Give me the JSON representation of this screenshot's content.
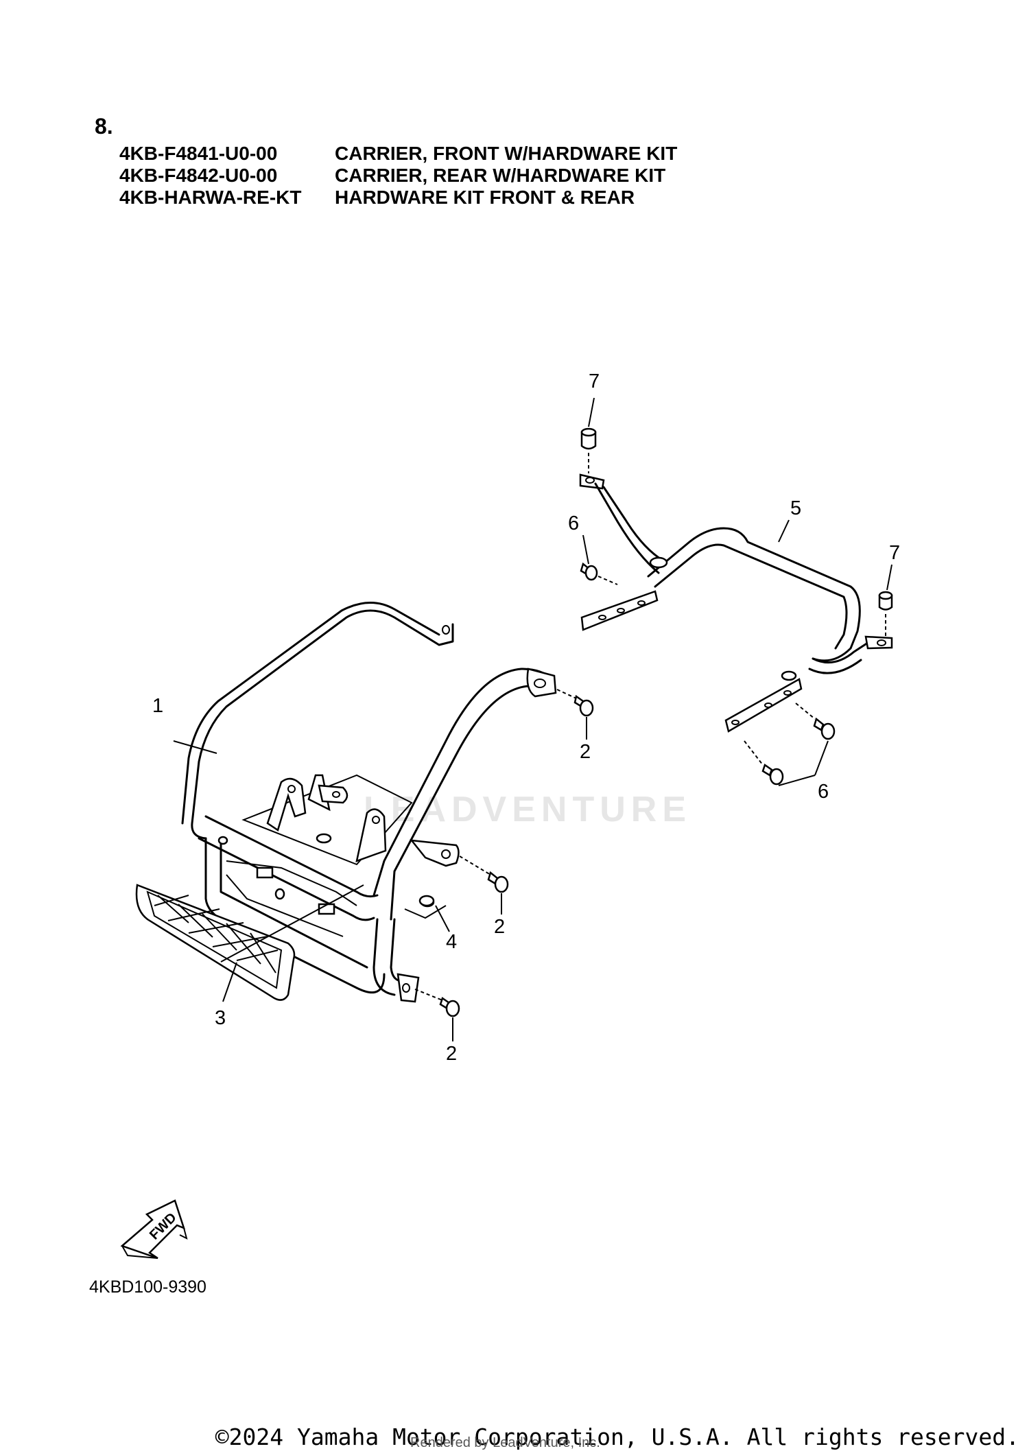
{
  "section": {
    "number": "8."
  },
  "parts_header": [
    {
      "part_number": "4KB-F4841-U0-00",
      "description": "CARRIER, FRONT W/HARDWARE KIT"
    },
    {
      "part_number": "4KB-F4842-U0-00",
      "description": "CARRIER, REAR W/HARDWARE KIT"
    },
    {
      "part_number": "4KB-HARWA-RE-KT",
      "description": "HARDWARE KIT FRONT & REAR"
    }
  ],
  "callouts": {
    "c1": "1",
    "c2a": "2",
    "c2b": "2",
    "c2c": "2",
    "c3": "3",
    "c4": "4",
    "c5": "5",
    "c6a": "6",
    "c6b": "6",
    "c7a": "7",
    "c7b": "7"
  },
  "fwd_label": "FWD",
  "figure_code": "4KBD100-9390",
  "watermark": "LEADVENTURE",
  "copyright": "©2024 Yamaha Motor Corporation, U.S.A. All rights reserved.",
  "rendered_by": "Rendered by LeadVenture, Inc."
}
